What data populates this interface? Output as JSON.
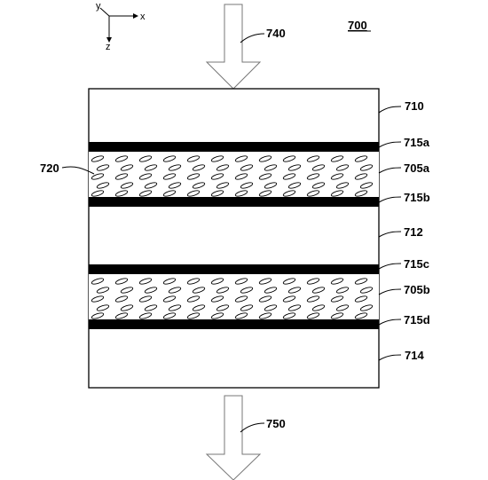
{
  "figure": {
    "number": "700",
    "axes": {
      "x": "x",
      "y": "y",
      "z": "z"
    }
  },
  "arrows": {
    "input": "740",
    "output": "750"
  },
  "layers": {
    "top_substrate": "710",
    "electrode_a": "715a",
    "lc_layer_a": "705a",
    "electrode_b": "715b",
    "middle_substrate": "712",
    "electrode_c": "715c",
    "lc_layer_b": "705b",
    "electrode_d": "715d",
    "bottom_substrate": "714"
  },
  "molecules_label": "720"
}
